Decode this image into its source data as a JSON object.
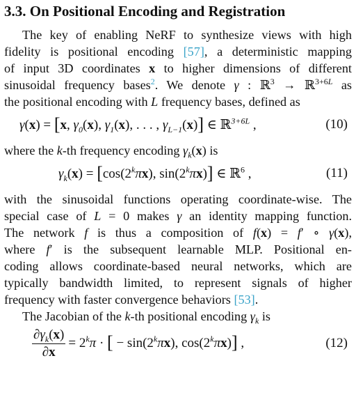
{
  "section": {
    "title": "3.3. On Positional Encoding and Registration"
  },
  "para1": {
    "l1": "The key of enabling NeRF to synthesize views with high",
    "l2a": "fidelity is positional encoding ",
    "l2cite": "[57]",
    "l2b": ", a deterministic mapping",
    "l3a": "of input 3D coordinates ",
    "l3b": " to higher dimensions of different",
    "l4a": "sinusoidal frequency bases",
    "l4fn": "2",
    "l4b": ". We denote ",
    "l4c": " as",
    "l5a": "the positional encoding with ",
    "l5b": " frequency bases, defined as"
  },
  "eq10": {
    "number": "(10)"
  },
  "para2": {
    "text_a": "where the ",
    "text_b": "-th frequency encoding ",
    "text_c": " is"
  },
  "eq11": {
    "number": "(11)"
  },
  "para3": {
    "l1": "with the sinusoidal functions operating coordinate-wise. The",
    "l2a": "special case of ",
    "l2b": " makes ",
    "l2c": " an identity mapping function.",
    "l3a": "The network ",
    "l3b": " is thus a composition of ",
    "l4a": "where ",
    "l4b": " is the subsequent learnable MLP. Positional en-",
    "l5": "coding allows coordinate-based neural networks, which are",
    "l6": "typically bandwidth limited, to represent signals of higher",
    "l7a": "frequency with faster convergence behaviors ",
    "l7cite": "[53]",
    "l7b": "."
  },
  "para4": {
    "text_a": "The Jacobian of the ",
    "text_b": "-th positional encoding ",
    "text_c": " is"
  },
  "eq12": {
    "number": "(12)"
  }
}
